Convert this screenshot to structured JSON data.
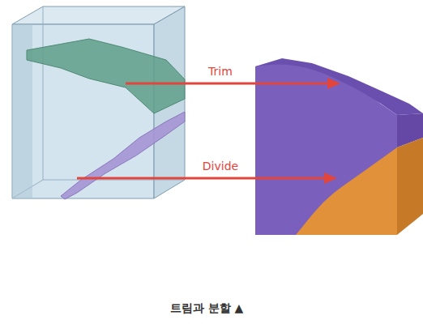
{
  "diagram": {
    "caption": "트림과 분할 ▲",
    "labels": [
      "Trim",
      "Divide"
    ]
  }
}
